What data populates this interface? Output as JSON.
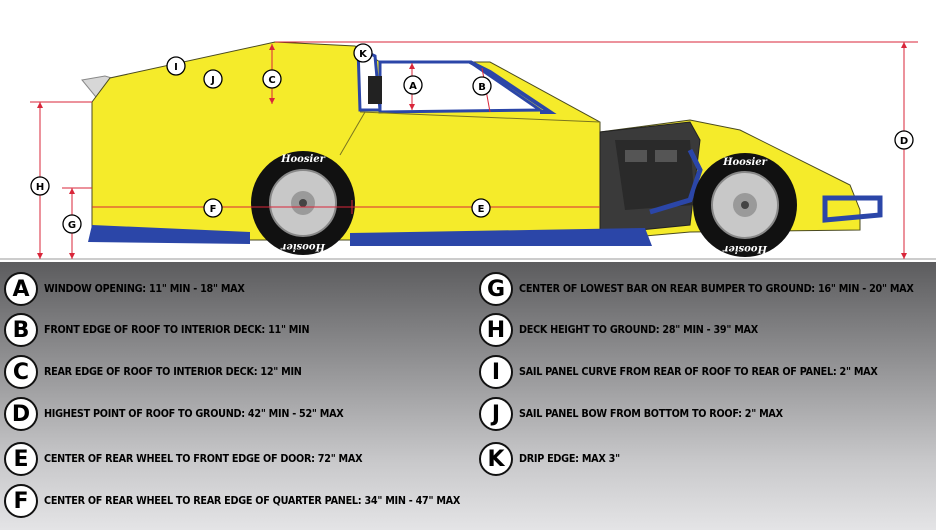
{
  "diagram": {
    "tire_brand": "Hoosier",
    "labels": [
      "A",
      "B",
      "C",
      "D",
      "E",
      "F",
      "G",
      "H",
      "I",
      "J",
      "K"
    ]
  },
  "legend": [
    {
      "letter": "A",
      "text": "WINDOW OPENING: 11\" MIN - 18\" MAX"
    },
    {
      "letter": "B",
      "text": "FRONT EDGE OF ROOF TO INTERIOR DECK: 11\" MIN"
    },
    {
      "letter": "C",
      "text": "REAR EDGE OF ROOF TO INTERIOR DECK: 12\" MIN"
    },
    {
      "letter": "D",
      "text": "HIGHEST POINT OF ROOF TO GROUND: 42\" MIN - 52\" MAX"
    },
    {
      "letter": "E",
      "text": "CENTER OF REAR WHEEL TO FRONT EDGE OF DOOR: 72\" MAX"
    },
    {
      "letter": "F",
      "text": "CENTER OF REAR WHEEL TO REAR EDGE OF QUARTER PANEL: 34\" MIN - 47\" MAX"
    },
    {
      "letter": "G",
      "text": "CENTER OF LOWEST BAR ON REAR BUMPER TO GROUND: 16\" MIN - 20\" MAX"
    },
    {
      "letter": "H",
      "text": "DECK HEIGHT TO GROUND: 28\" MIN - 39\" MAX"
    },
    {
      "letter": "I",
      "text": "SAIL PANEL CURVE FROM REAR OF ROOF TO REAR OF PANEL: 2\" MAX"
    },
    {
      "letter": "J",
      "text": "SAIL PANEL BOW FROM BOTTOM TO ROOF: 2\" MAX"
    },
    {
      "letter": "K",
      "text": "DRIP EDGE: MAX 3\""
    }
  ],
  "colors": {
    "body": "#f5eb2a",
    "trim": "#2b46a8",
    "dimension_line": "#d9263a",
    "background_dark": "#5c5c5e"
  }
}
